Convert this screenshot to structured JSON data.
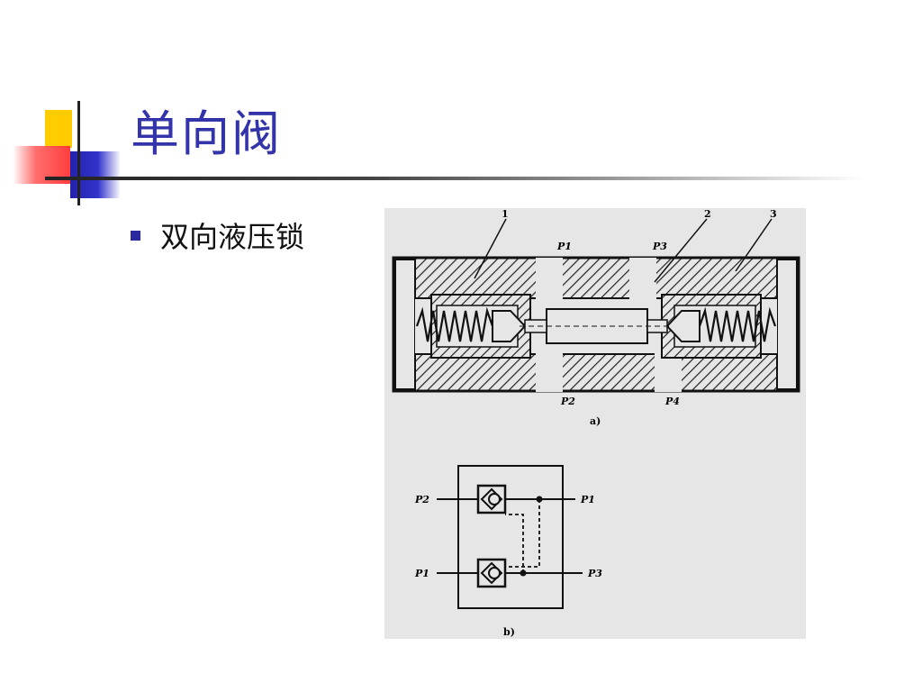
{
  "slide": {
    "title": "单向阀",
    "bullets": [
      "双向液压锁"
    ]
  },
  "figure": {
    "diagram_a": {
      "part_numbers": [
        "1",
        "2",
        "3"
      ],
      "ports": [
        "P1",
        "P3",
        "P2",
        "P4"
      ],
      "caption": "a)"
    },
    "diagram_b": {
      "ports_left": [
        "P2",
        "P1"
      ],
      "ports_right": [
        "P1",
        "P3"
      ],
      "caption": "b)"
    }
  },
  "colors": {
    "title": "#3333aa",
    "bullet": "#2a2a9e",
    "accent_yellow": "#ffcc00",
    "accent_red": "#ff3333",
    "accent_blue": "#3333cc"
  }
}
